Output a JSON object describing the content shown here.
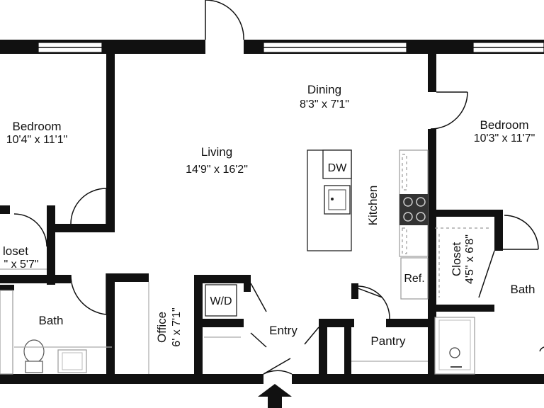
{
  "rooms": {
    "bedroom_left": {
      "name": "Bedroom",
      "dims": "10'4\" x 11'1\""
    },
    "closet_left": {
      "name": "loset",
      "dims": "\" x 5'7\""
    },
    "bath_left": {
      "name": "Bath"
    },
    "living": {
      "name": "Living",
      "dims": "14'9\" x 16'2\""
    },
    "dining": {
      "name": "Dining",
      "dims": "8'3\" x 7'1\""
    },
    "kitchen": {
      "name": "Kitchen"
    },
    "bedroom_right": {
      "name": "Bedroom",
      "dims": "10'3\" x 11'7\""
    },
    "closet_right": {
      "name": "Closet",
      "dims": "4'5\" x 6'8\""
    },
    "bath_right": {
      "name": "Bath"
    },
    "office": {
      "name": "Office",
      "dims": "6' x 7'1\""
    },
    "entry": {
      "name": "Entry"
    },
    "pantry": {
      "name": "Pantry"
    }
  },
  "fixtures": {
    "dishwasher": "DW",
    "washer_dryer": "W/D",
    "refrigerator": "Ref."
  },
  "colors": {
    "wall": "#111111",
    "background": "#ffffff"
  }
}
